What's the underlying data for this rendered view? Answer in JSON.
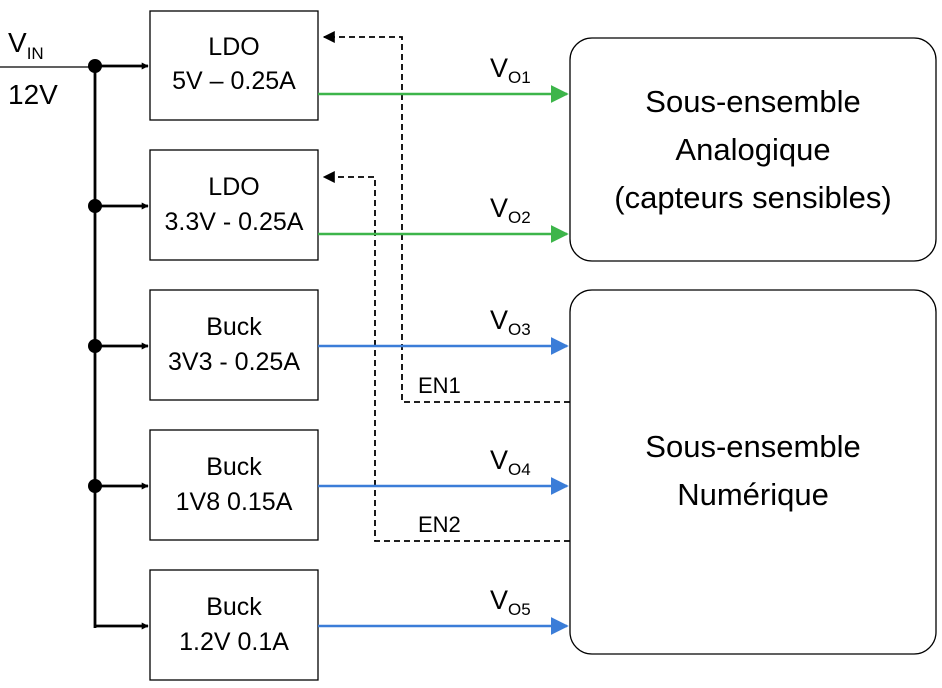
{
  "colors": {
    "analog_line": "#3db54a",
    "digital_line": "#3b7dd8",
    "stroke": "#000000"
  },
  "input": {
    "label_main": "V",
    "label_sub": "IN",
    "voltage": "12V"
  },
  "regulators": [
    {
      "type": "LDO",
      "rating": "5V – 0.25A",
      "output_main": "V",
      "output_sub": "O1",
      "line": "analog"
    },
    {
      "type": "LDO",
      "rating": "3.3V - 0.25A",
      "output_main": "V",
      "output_sub": "O2",
      "line": "analog"
    },
    {
      "type": "Buck",
      "rating": "3V3 - 0.25A",
      "output_main": "V",
      "output_sub": "O3",
      "line": "digital"
    },
    {
      "type": "Buck",
      "rating": "1V8 0.15A",
      "output_main": "V",
      "output_sub": "O4",
      "line": "digital"
    },
    {
      "type": "Buck",
      "rating": "1.2V 0.1A",
      "output_main": "V",
      "output_sub": "O5",
      "line": "digital"
    }
  ],
  "subsystems": {
    "analog": {
      "lines": [
        "Sous-ensemble",
        "Analogique",
        "(capteurs sensibles)"
      ]
    },
    "digital": {
      "lines": [
        "Sous-ensemble",
        "Numérique"
      ]
    }
  },
  "enables": [
    {
      "label": "EN1",
      "target": 0
    },
    {
      "label": "EN2",
      "target": 1
    }
  ]
}
